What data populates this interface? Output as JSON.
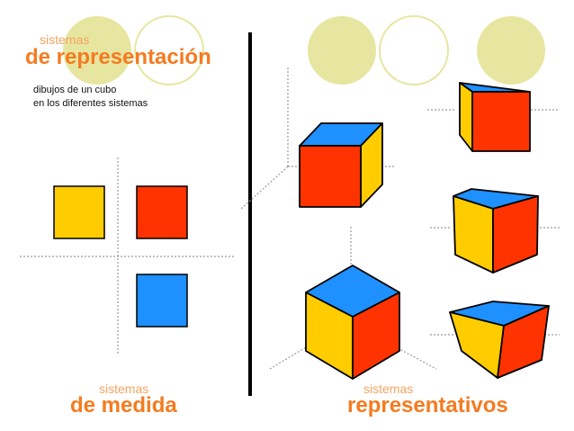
{
  "title": {
    "small": "sistemas",
    "large": "de representación"
  },
  "description": {
    "line1": "dibujos de un cubo",
    "line2": "en los diferentes sistemas"
  },
  "left_caption": {
    "small": "sistemas",
    "large": "de medida"
  },
  "right_caption": {
    "small": "sistemas",
    "large": "representativos"
  },
  "colors": {
    "yellow_face": "#ffcc00",
    "red_face": "#ff3300",
    "blue_face": "#1e90ff",
    "accent_text": "#f47b20",
    "light_accent_text": "#f4a460",
    "decor_circle": "#e6e6a0",
    "divider": "#000000",
    "guide_lines": "#9a9a9a"
  }
}
